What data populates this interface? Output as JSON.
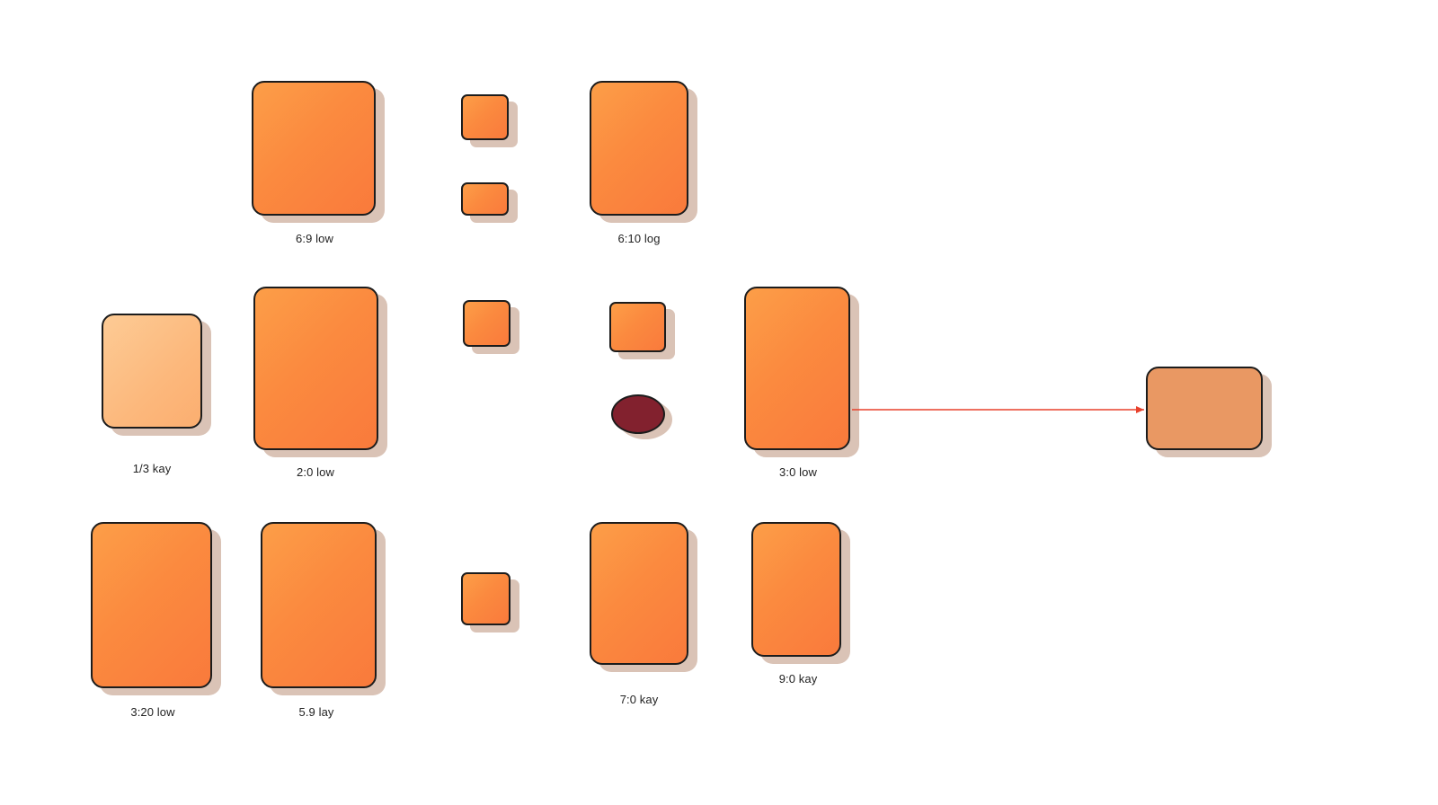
{
  "colors": {
    "card_fill": "#fb8a3f",
    "card_pale_fill": "#fcb87c",
    "card_muted_fill": "#e99863",
    "oval_fill": "#82212e",
    "border": "#1c1c1c",
    "shadow": "#cdaf9e",
    "arrow": "#e8412c"
  },
  "labels": {
    "r1_c1": "6:9 low",
    "r1_c3": "6:10 log",
    "r2_c0": "1/3 kay",
    "r2_c1": "2:0 low",
    "r2_c4": "3:0 low",
    "r3_c0": "3:20 low",
    "r3_c1": "5.9 lay",
    "r3_c3": "7:0 kay",
    "r3_c4": "9:0 kay"
  }
}
